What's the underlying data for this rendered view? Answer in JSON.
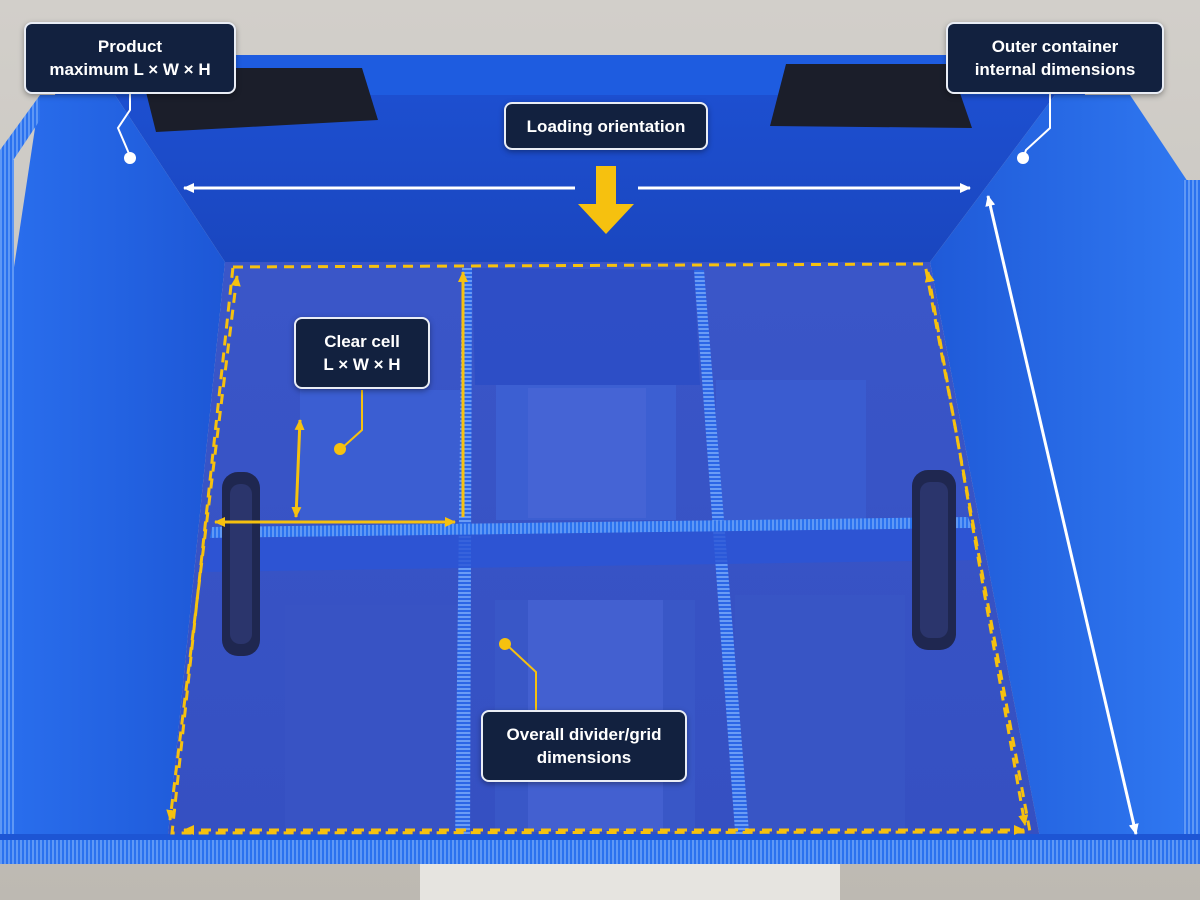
{
  "colors": {
    "container_blue": "#1f5fe0",
    "container_blue_dark": "#1740b8",
    "annotation_yellow": "#f6c10f",
    "callout_fill": "#12213f",
    "callout_border": "#e9edf5",
    "dimension_white": "#ffffff"
  },
  "callouts": {
    "product": {
      "line1": "Product",
      "line2": "maximum L × W × H"
    },
    "outer": {
      "line1": "Outer container",
      "line2": "internal dimensions"
    },
    "loading": {
      "line1": "Loading orientation"
    },
    "cell": {
      "line1": "Clear cell",
      "line2": "L × W × H"
    },
    "grid": {
      "line1": "Overall divider/grid",
      "line2": "dimensions"
    }
  },
  "icons": {
    "loading_direction": "arrow-down-icon",
    "dimension_arrows": "double-arrow-icon"
  }
}
